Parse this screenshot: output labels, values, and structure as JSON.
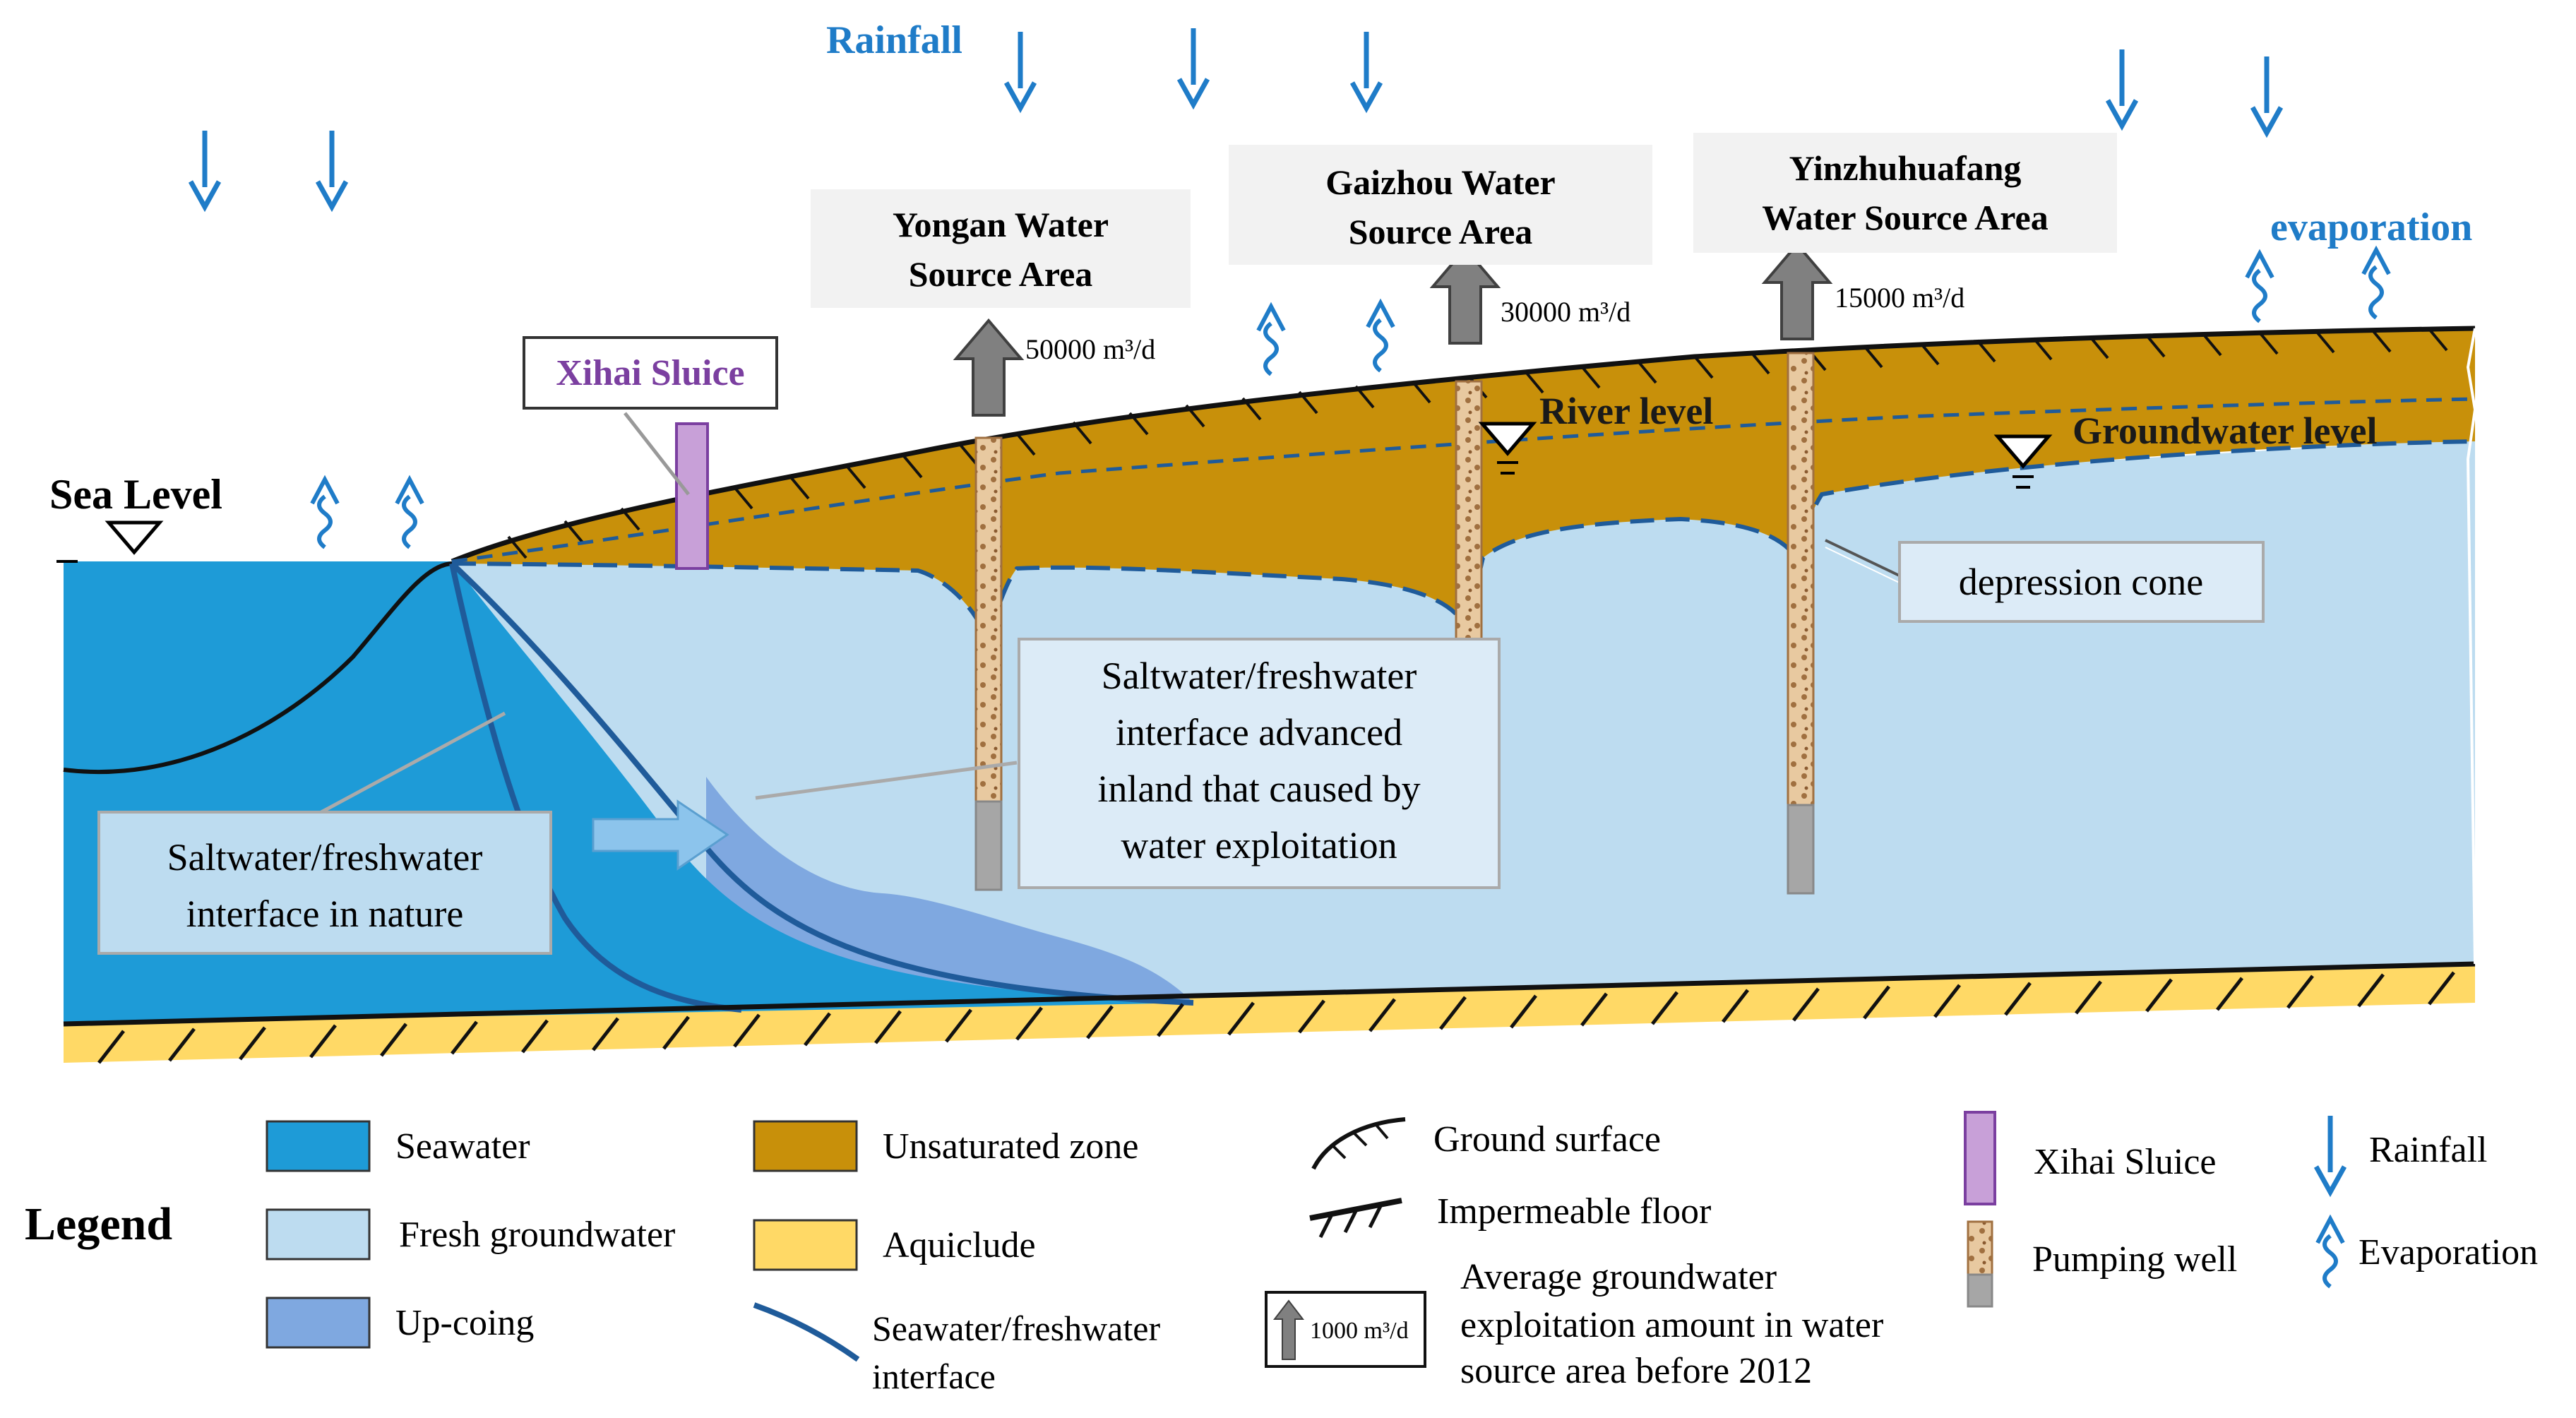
{
  "labels": {
    "rainfall_top": "Rainfall",
    "evaporation_top": "evaporation",
    "sea_level": "Sea Level",
    "xihai_sluice": "Xihai Sluice",
    "yongan_line1": "Yongan Water",
    "yongan_line2": "Source Area",
    "gaizhou_line1": "Gaizhou Water",
    "gaizhou_line2": "Source Area",
    "yinzhu_line1": "Yinzhuhuafang",
    "yinzhu_line2": "Water Source Area",
    "yongan_amount": "50000 m³/d",
    "gaizhou_amount": "30000 m³/d",
    "yinzhu_amount": "15000 m³/d",
    "river_level": "River level",
    "groundwater_level": "Groundwater level",
    "depression_cone": "depression cone",
    "advanced_line1": "Saltwater/freshwater",
    "advanced_line2": "interface advanced",
    "advanced_line3": "inland that caused by",
    "advanced_line4": "water exploitation",
    "nature_line1": "Saltwater/freshwater",
    "nature_line2": "interface in nature"
  },
  "legend": {
    "title": "Legend",
    "seawater": "Seawater",
    "fresh": "Fresh groundwater",
    "upconing": "Up-coing",
    "unsaturated": "Unsaturated zone",
    "aquiclude": "Aquiclude",
    "interface_line1": "Seawater/freshwater",
    "interface_line2": "interface",
    "ground_surface": "Ground surface",
    "impermeable": "Impermeable floor",
    "avg_box_label": "1000 m³/d",
    "avg_line1": "Average groundwater",
    "avg_line2": "exploitation amount in water",
    "avg_line3": "source area before 2012",
    "sluice": "Xihai Sluice",
    "well": "Pumping well",
    "rainfall": "Rainfall",
    "evaporation": "Evaporation"
  },
  "colors": {
    "seawater": "#1E9BD7",
    "fresh": "#BDDCF0",
    "upconing": "#7FA8E0",
    "unsaturated": "#C8900A",
    "aquiclude": "#FFD966",
    "interface": "#1F5B9A",
    "blue_text": "#1F7CC8",
    "sluice": "#C8A0D8",
    "sluice_text": "#7B3FA0",
    "arrow_gray": "#808080",
    "box_gray": "#F2F2F2"
  },
  "icons": [
    "rain-arrow-icon",
    "evaporation-wave-icon",
    "water-level-triangle-icon",
    "up-arrow-icon",
    "hatch-icon"
  ]
}
